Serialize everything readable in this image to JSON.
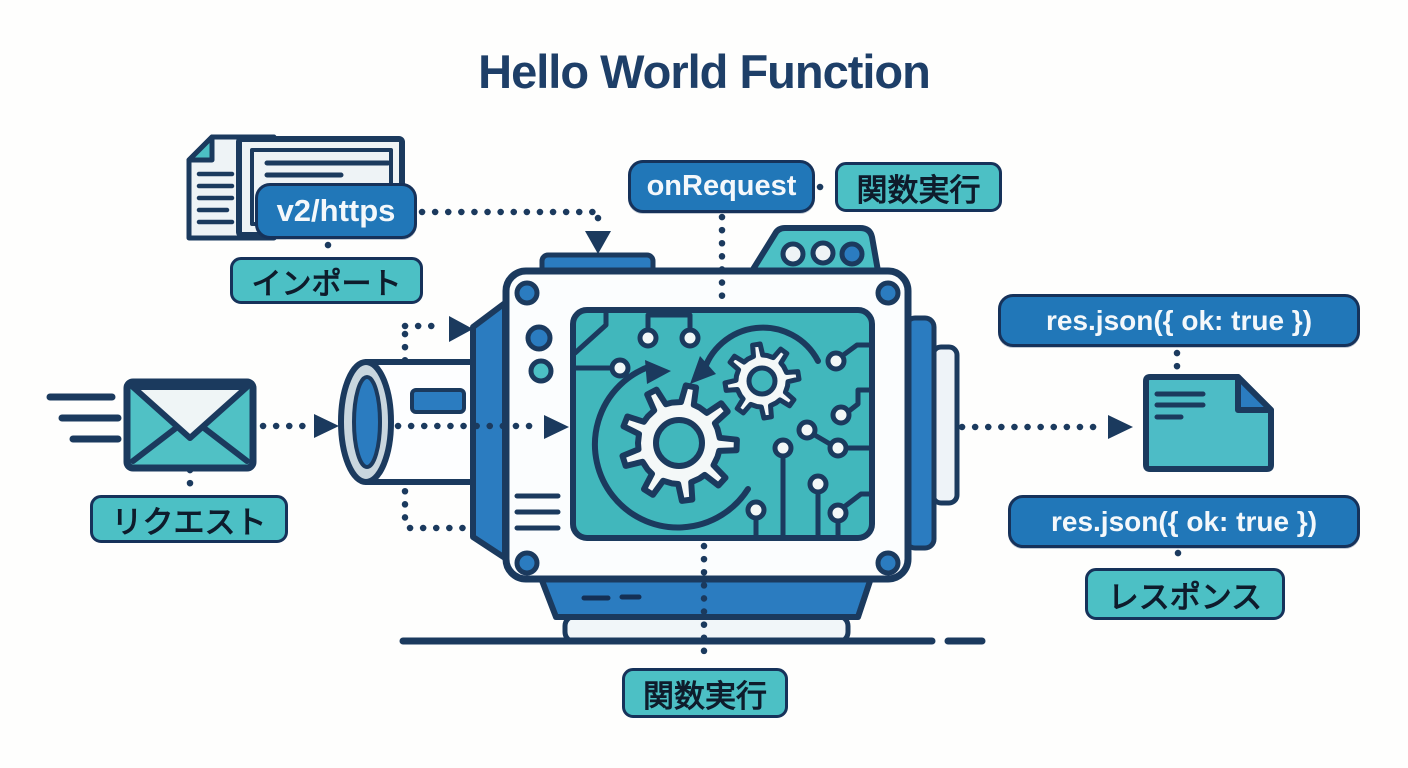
{
  "title": "Hello World Function",
  "labels": {
    "v2_https": "v2/https",
    "import_jp": "インポート",
    "on_request": "onRequest",
    "function_exec_top": "関数実行",
    "request_jp": "リクエスト",
    "res_json_right_top": "res.json({ ok: true })",
    "res_json_right_bottom": "res.json({ ok: true })",
    "response_jp": "レスポンス",
    "function_exec_bottom": "関数実行"
  },
  "colors": {
    "navy_outline": "#1b3a5e",
    "title_navy": "#1e3f68",
    "badge_blue": "#2177b8",
    "badge_teal": "#4cc0c5",
    "machine_blue": "#2b7cc0",
    "screen_teal": "#41b7bc",
    "light_fill": "#eef3f6",
    "background": "#fefefd"
  }
}
